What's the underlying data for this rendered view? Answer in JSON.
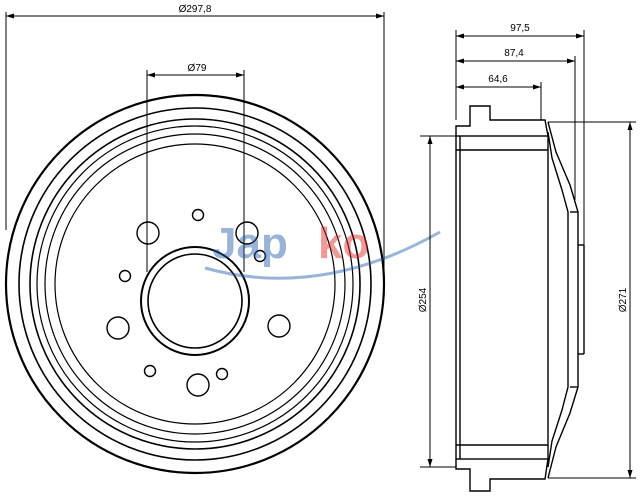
{
  "drawing": {
    "dimensions": {
      "outer_diameter": "Ø297,8",
      "centre_bore": "Ø79",
      "drum_inner": "Ø254",
      "drum_outer": "Ø271",
      "height_total": "97,5",
      "height_mid": "87,4",
      "height_inner": "64,6"
    },
    "watermark": {
      "text_a": "Jap",
      "text_b": "ko",
      "color_a": "#1e5aa8",
      "color_b": "#e02020"
    }
  }
}
